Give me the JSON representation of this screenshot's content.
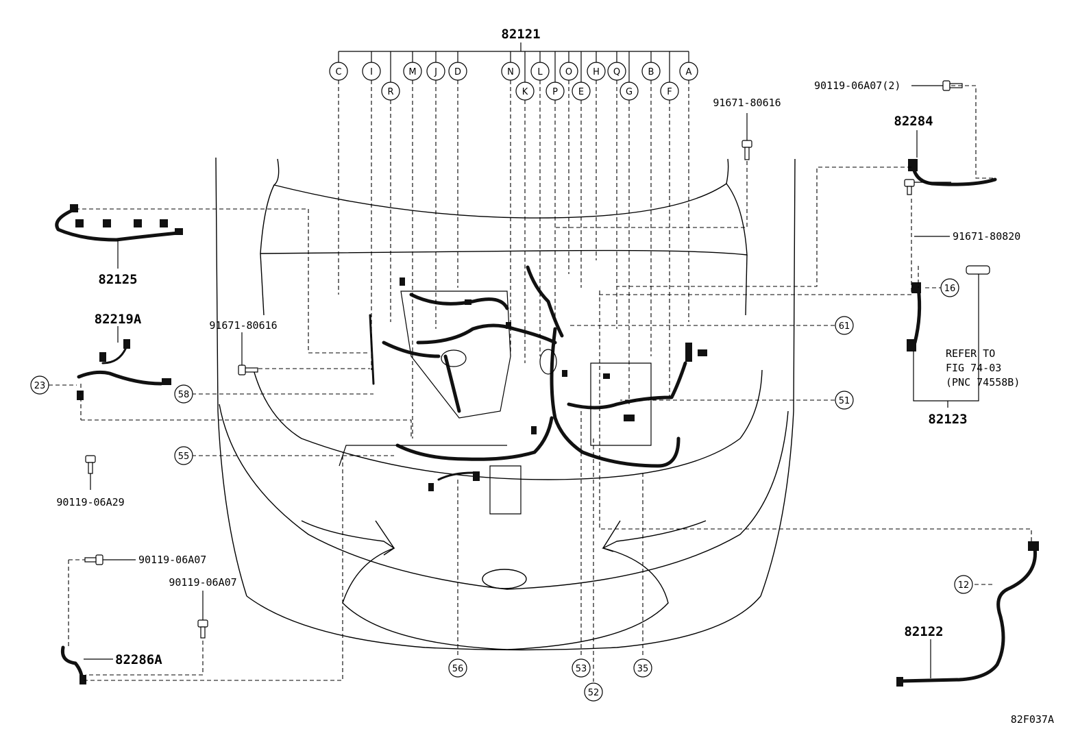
{
  "figure_code": "82F037A",
  "main_part": "82121",
  "connector_letters": [
    "C",
    "I",
    "R",
    "M",
    "J",
    "D",
    "N",
    "K",
    "L",
    "P",
    "O",
    "E",
    "H",
    "Q",
    "G",
    "B",
    "F",
    "A"
  ],
  "parts": {
    "p82125": "82125",
    "p82219a": "82219A",
    "p82286a": "82286A",
    "p82284": "82284",
    "p82123": "82123",
    "p82122": "82122"
  },
  "fasteners": {
    "bolt_top_center": "91671-80616",
    "bolt_left": "91671-80616",
    "bolt_right": "91671-80820",
    "bolt_82284": "90119-06A07(2)",
    "bolt_82219a": "90119-06A29",
    "bolt_82286a_top": "90119-06A07",
    "bolt_82286a_bottom": "90119-06A07"
  },
  "callouts": {
    "c23": "23",
    "c58": "58",
    "c55": "55",
    "c56": "56",
    "c53": "53",
    "c52": "52",
    "c35": "35",
    "c61": "61",
    "c51": "51",
    "c16": "16",
    "c12": "12"
  },
  "refer": {
    "line1": "REFER TO",
    "line2": "FIG 74-03",
    "line3": "(PNC 74558B)"
  }
}
